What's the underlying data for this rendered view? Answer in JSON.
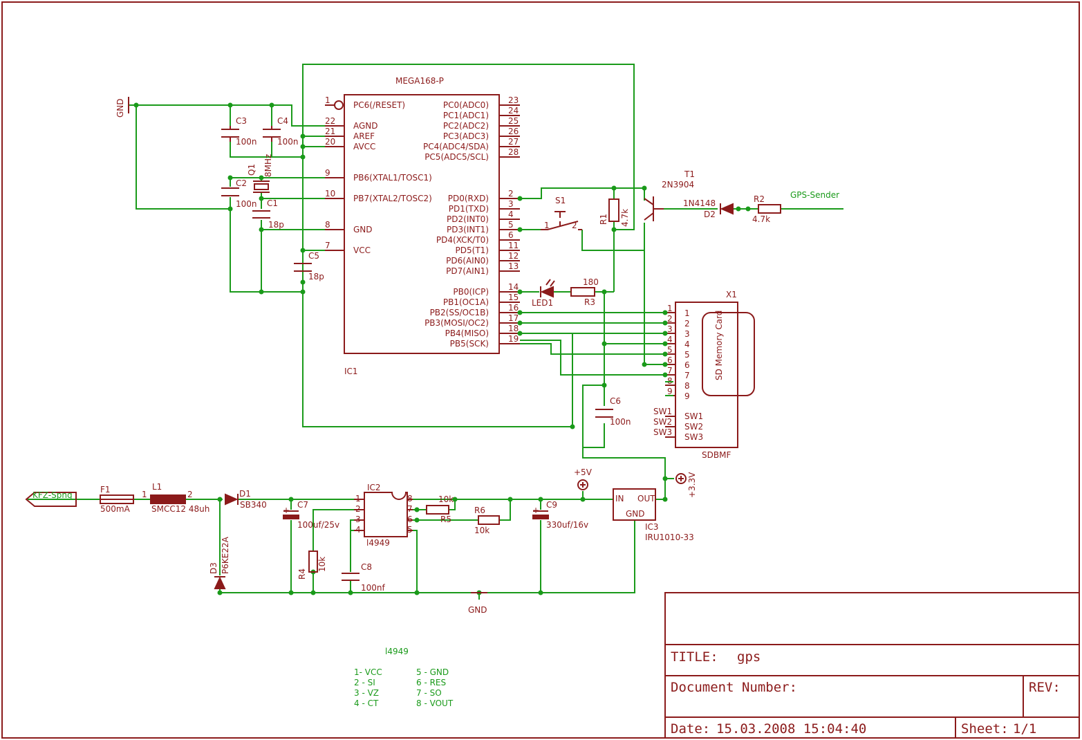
{
  "sheet": {
    "title_label": "TITLE:",
    "title_value": "gps",
    "doc_label": "Document Number:",
    "rev_label": "REV:",
    "date_label": "Date:",
    "date_value": "15.03.2008 15:04:40",
    "sheet_label": "Sheet:",
    "sheet_value": "1/1"
  },
  "ic1": {
    "name": "MEGA168-P",
    "ref": "IC1",
    "left_pins": [
      {
        "num": "1",
        "label": "PC6(/RESET)"
      },
      {
        "num": "22",
        "label": "AGND"
      },
      {
        "num": "21",
        "label": "AREF"
      },
      {
        "num": "20",
        "label": "AVCC"
      },
      {
        "num": "9",
        "label": "PB6(XTAL1/TOSC1)"
      },
      {
        "num": "10",
        "label": "PB7(XTAL2/TOSC2)"
      },
      {
        "num": "8",
        "label": "GND"
      },
      {
        "num": "7",
        "label": "VCC"
      }
    ],
    "right_pins": [
      {
        "num": "23",
        "label": "PC0(ADC0)"
      },
      {
        "num": "24",
        "label": "PC1(ADC1)"
      },
      {
        "num": "25",
        "label": "PC2(ADC2)"
      },
      {
        "num": "26",
        "label": "PC3(ADC3)"
      },
      {
        "num": "27",
        "label": "PC4(ADC4/SDA)"
      },
      {
        "num": "28",
        "label": "PC5(ADC5/SCL)"
      },
      {
        "num": "2",
        "label": "PD0(RXD)"
      },
      {
        "num": "3",
        "label": "PD1(TXD)"
      },
      {
        "num": "4",
        "label": "PD2(INT0)"
      },
      {
        "num": "5",
        "label": "PD3(INT1)"
      },
      {
        "num": "6",
        "label": "PD4(XCK/T0)"
      },
      {
        "num": "11",
        "label": "PD5(T1)"
      },
      {
        "num": "12",
        "label": "PD6(AIN0)"
      },
      {
        "num": "13",
        "label": "PD7(AIN1)"
      },
      {
        "num": "14",
        "label": "PB0(ICP)"
      },
      {
        "num": "15",
        "label": "PB1(OC1A)"
      },
      {
        "num": "16",
        "label": "PB2(SS/OC1B)"
      },
      {
        "num": "17",
        "label": "PB3(MOSI/OC2)"
      },
      {
        "num": "18",
        "label": "PB4(MISO)"
      },
      {
        "num": "19",
        "label": "PB5(SCK)"
      }
    ]
  },
  "x1": {
    "ref": "X1",
    "name": "SDBMF",
    "card": "SD Memory Card",
    "pins": [
      "1",
      "2",
      "3",
      "4",
      "5",
      "6",
      "7",
      "8",
      "9"
    ],
    "sw_outer": [
      "SW1",
      "SW2",
      "SW3"
    ],
    "sw_inner": [
      "SW1",
      "SW2",
      "SW3"
    ]
  },
  "parts": {
    "gnd_top": "GND",
    "c3": "C3",
    "c3v": "100n",
    "c4": "C4",
    "c4v": "100n",
    "q1": "Q1",
    "q1v": "8MHz",
    "c2": "C2",
    "c2v": "100n",
    "c1": "C1",
    "c1v": "18p",
    "c5": "C5",
    "c5v": "18p",
    "t1": "T1",
    "t1v": "2N3904",
    "s1": "S1",
    "s1p1": "1",
    "s1p2": "2",
    "r1": "R1",
    "r1v": "4.7k",
    "d2v": "1N4148",
    "d2": "D2",
    "r2": "R2",
    "r2v": "4.7k",
    "gps": "GPS-Sender",
    "led1": "LED1",
    "r3": "R3",
    "r3v": "180",
    "c6": "C6",
    "c6v": "100n",
    "p5v": "+5V",
    "p33v": "+3.3V",
    "kfz": "KFZ-Spng",
    "f1": "F1",
    "f1v": "500mA",
    "l1": "L1",
    "l1v": "SMCC12 48uh",
    "l1p1": "1",
    "l1p2": "2",
    "d1": "D1",
    "d1v": "SB340",
    "c7": "C7",
    "c7v": "100uf/25v",
    "ic2": "IC2",
    "ic2v": "l4949",
    "ic2_pins_left": [
      "1",
      "2",
      "3",
      "4"
    ],
    "ic2_pins_right": [
      "8",
      "7",
      "6",
      "5"
    ],
    "r5": "R5",
    "r5v": "10k",
    "r6": "R6",
    "r6v": "10k",
    "c9": "C9",
    "c9v": "330uf/16v",
    "ic3": "IC3",
    "ic3v": "IRU1010-33",
    "ic3_in": "IN",
    "ic3_out": "OUT",
    "ic3_gnd": "GND",
    "d3": "D3",
    "d3v": "P6KE22A",
    "r4": "R4",
    "r4v": "10k",
    "c8": "C8",
    "c8v": "100nf",
    "gnd_bottom": "GND"
  },
  "legend": {
    "title": "l4949",
    "left": [
      "1- VCC",
      "2 - SI",
      "3 - VZ",
      "4 - CT"
    ],
    "right": [
      "5 - GND",
      "6 - RES",
      "7 - SO",
      "8 - VOUT"
    ]
  }
}
